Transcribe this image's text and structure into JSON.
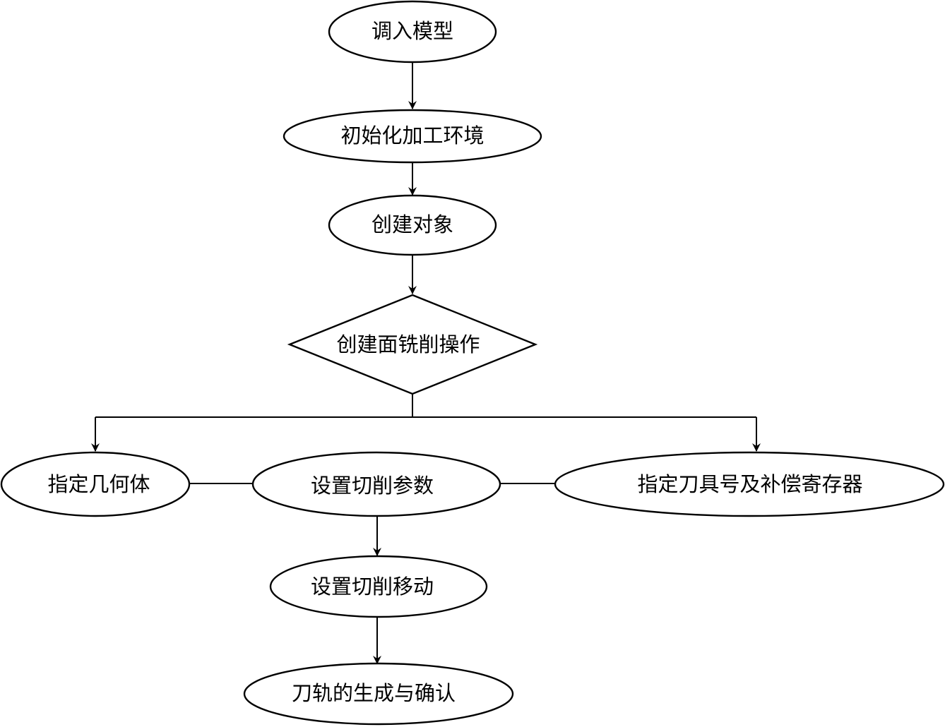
{
  "diagram": {
    "nodes": {
      "load_model": "调入模型",
      "init_env": "初始化加工环境",
      "create_object": "创建对象",
      "create_face_milling": "创建面铣削操作",
      "specify_geometry": "指定几何体",
      "set_cut_params": "设置切削参数",
      "specify_tool": "指定刀具号及补偿寄存器",
      "set_cut_moves": "设置切削移动",
      "toolpath_generate": "刀轨的生成与确认"
    },
    "colors": {
      "stroke": "#000000",
      "fill": "#ffffff",
      "background": "#ffffff"
    }
  }
}
